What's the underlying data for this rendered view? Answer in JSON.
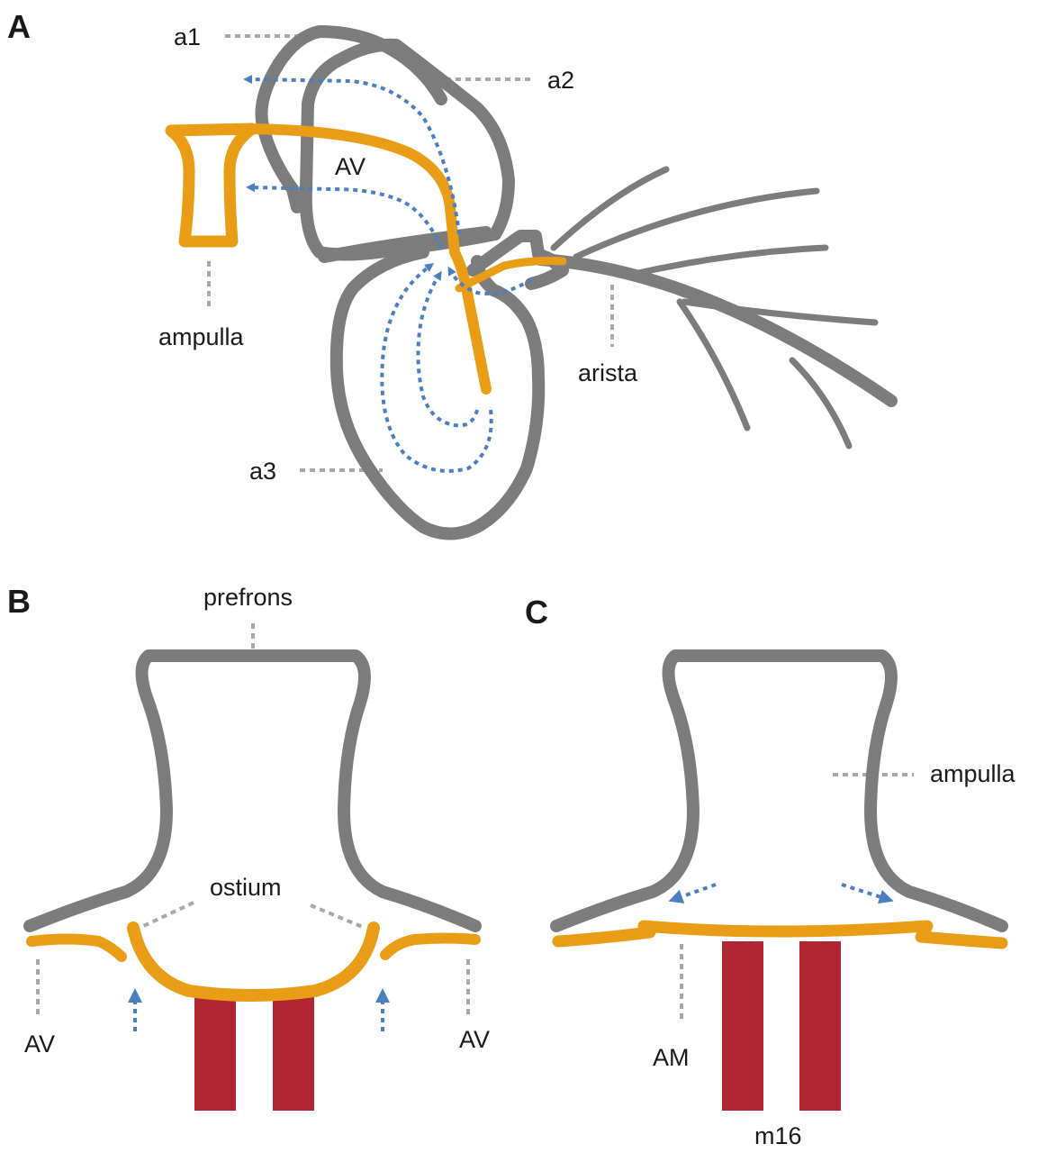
{
  "colors": {
    "cuticle": "#7c7c7c",
    "vessel": "#e99d17",
    "muscle": "#b12632",
    "flow": "#4a7fc0",
    "leader": "#a8a8a8",
    "text": "#1a1a1a"
  },
  "panels": {
    "a": {
      "letter": "A",
      "labels": {
        "a1": "a1",
        "a2": "a2",
        "av": "AV",
        "ampulla": "ampulla",
        "arista": "arista",
        "a3": "a3"
      }
    },
    "b": {
      "letter": "B",
      "labels": {
        "prefrons": "prefrons",
        "ostium": "ostium",
        "av_left": "AV",
        "av_right": "AV"
      }
    },
    "c": {
      "letter": "C",
      "labels": {
        "ampulla": "ampulla",
        "am": "AM",
        "m16": "m16"
      }
    }
  }
}
